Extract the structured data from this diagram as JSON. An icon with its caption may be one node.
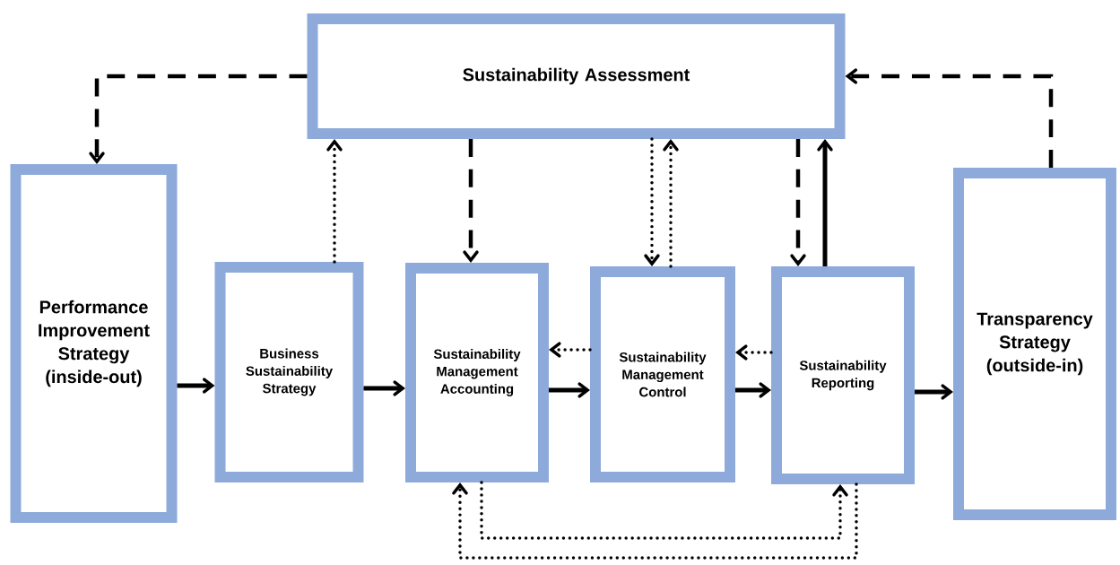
{
  "diagram": {
    "nodes": [
      {
        "text": [
          "Sustainability Assessment"
        ]
      },
      {
        "text": [
          "Performance Improvement Strategy (inside-out)"
        ]
      },
      {
        "text": [
          "Business Sustainability Strategy"
        ]
      },
      {
        "text": [
          "Sustainability Management Accounting"
        ]
      },
      {
        "text": [
          "Sustainability Management Control"
        ]
      },
      {
        "text": [
          "Sustainability Reporting"
        ]
      },
      {
        "text": [
          "Transparency Strategy (outside-in)"
        ]
      }
    ],
    "edges": [
      {
        "from": 0,
        "to": 1,
        "arrow": "to",
        "style": "dashed"
      },
      {
        "from": 6,
        "to": 0,
        "arrow": "to",
        "style": "dashed"
      },
      {
        "from": 2,
        "to": 0,
        "arrow": "to",
        "style": "dashed"
      },
      {
        "from": 0,
        "to": 3,
        "arrow": "to",
        "style": "dashed"
      },
      {
        "from": 0,
        "to": 4,
        "arrow": "to",
        "style": "dashed"
      },
      {
        "from": 4,
        "to": 0,
        "arrow": "to",
        "style": "dashed"
      },
      {
        "from": 0,
        "to": 5,
        "arrow": "to",
        "style": "dashed"
      },
      {
        "from": 5,
        "to": 0,
        "arrow": "to"
      },
      {
        "from": 1,
        "to": 2,
        "arrow": "to"
      },
      {
        "from": 2,
        "to": 3,
        "arrow": "to"
      },
      {
        "from": 3,
        "to": 4,
        "arrow": "to"
      },
      {
        "from": 4,
        "to": 5,
        "arrow": "to"
      },
      {
        "from": 5,
        "to": 6,
        "arrow": "to"
      },
      {
        "from": 4,
        "to": 3,
        "arrow": "to",
        "style": "dashed"
      },
      {
        "from": 5,
        "to": 4,
        "arrow": "to",
        "style": "dashed"
      },
      {
        "from": 3,
        "to": 5,
        "arrow": "to",
        "style": "dashed"
      },
      {
        "from": 5,
        "to": 3,
        "arrow": "to",
        "style": "dashed"
      }
    ]
  }
}
